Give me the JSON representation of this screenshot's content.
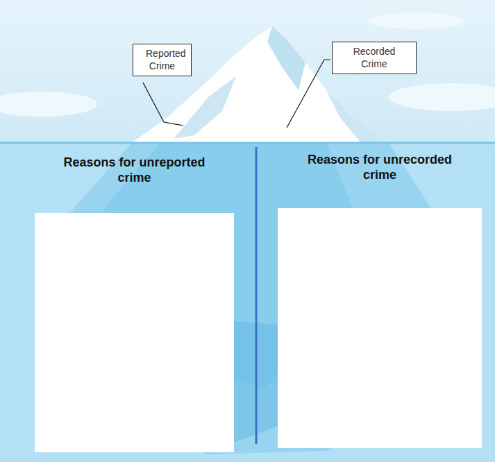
{
  "diagram": {
    "nodes": [
      {
        "text": [
          "Reported Crime"
        ]
      },
      {
        "text": [
          "Recorded Crime"
        ]
      },
      {
        "text": [
          "Reasons for unreported crime"
        ]
      },
      {
        "text": [
          "Reasons for unrecorded crime"
        ]
      }
    ],
    "edges": []
  }
}
